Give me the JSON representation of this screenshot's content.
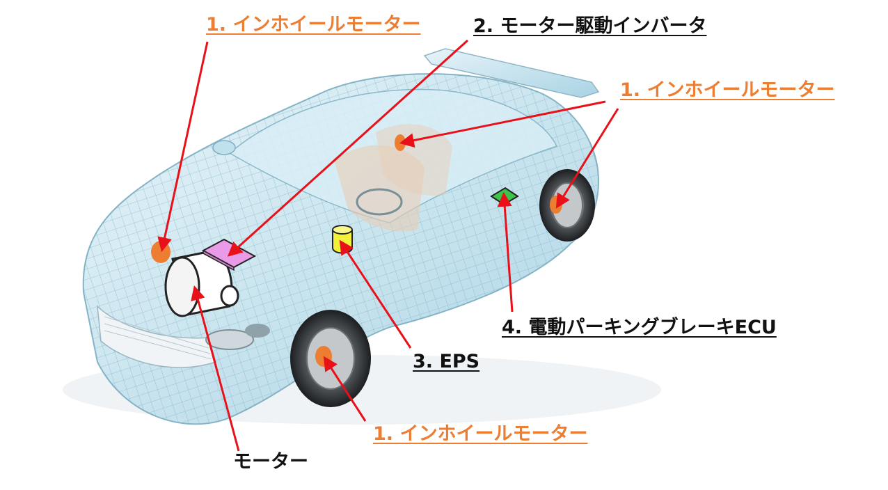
{
  "colors": {
    "accent_orange": "#ed7d31",
    "arrow_red": "#e8111a",
    "inverter_pink": "#e99be8",
    "eps_yellow": "#f2f23a",
    "ecu_green": "#3cc44a",
    "car_mesh": "#9ecde0"
  },
  "labels": {
    "in_wheel_motor_top_left": "1. インホイールモーター",
    "motor_inverter": "2. モーター駆動インバータ",
    "in_wheel_motor_top_right": "1. インホイールモーター",
    "parking_brake_ecu": "4. 電動パーキングブレーキECU",
    "eps": "3. EPS",
    "in_wheel_motor_bottom": "1. インホイールモーター",
    "motor": "モーター"
  },
  "icons": {
    "motor": "motor-cylinder-icon",
    "inverter": "inverter-board-icon",
    "eps": "eps-cylinder-icon",
    "ecu": "ecu-module-icon",
    "wheel_marker": "orange-dot-icon"
  }
}
